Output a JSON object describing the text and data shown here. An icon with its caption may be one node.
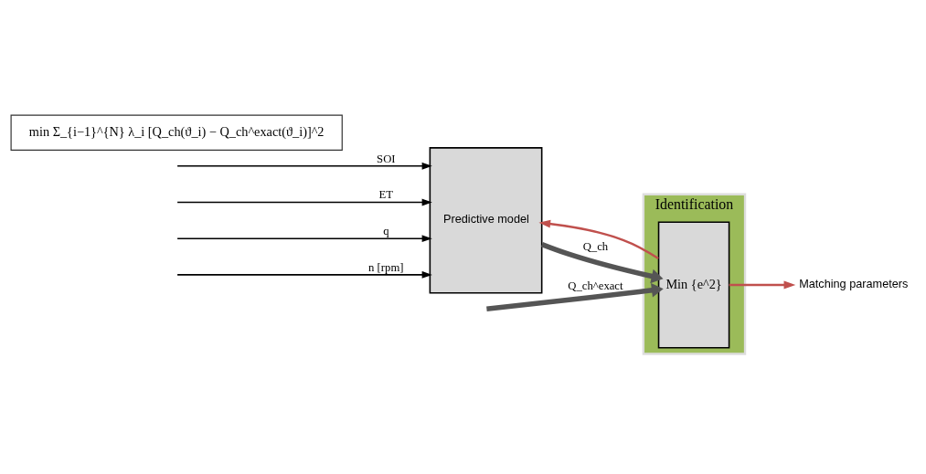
{
  "diagram": {
    "nodes": [
      {
        "text": [
          "Identification"
        ]
      },
      {
        "text": [
          "Predictive model"
        ]
      },
      {
        "text": [
          "Min {e^2}"
        ],
        "in": 0
      },
      {
        "text": [
          "Matching parameters"
        ]
      },
      {
        "text": [
          "min Σ_{i−1}^{N} λ_i [Q_ch(ϑ_i) − Q_ch^exact(ϑ_i)]^2"
        ]
      }
    ],
    "edges": [
      {
        "from": null,
        "to": 2,
        "arrow": "to",
        "label": "Q_ch^exact",
        "style": "thick"
      },
      {
        "from": null,
        "to": 1,
        "arrow": "to",
        "label": "SOI"
      },
      {
        "from": null,
        "to": 1,
        "arrow": "to",
        "label": "ET"
      },
      {
        "from": null,
        "to": 1,
        "arrow": "to",
        "label": "q"
      },
      {
        "from": null,
        "to": 1,
        "arrow": "to",
        "label": "n [rpm]"
      },
      {
        "from": 1,
        "to": 2,
        "arrow": "to",
        "label": "Q_ch",
        "style": "thick"
      },
      {
        "from": 2,
        "to": 3,
        "arrow": "to",
        "color": "#c0504d"
      },
      {
        "from": 2,
        "to": 1,
        "arrow": "to",
        "color": "#c0504d"
      }
    ]
  }
}
